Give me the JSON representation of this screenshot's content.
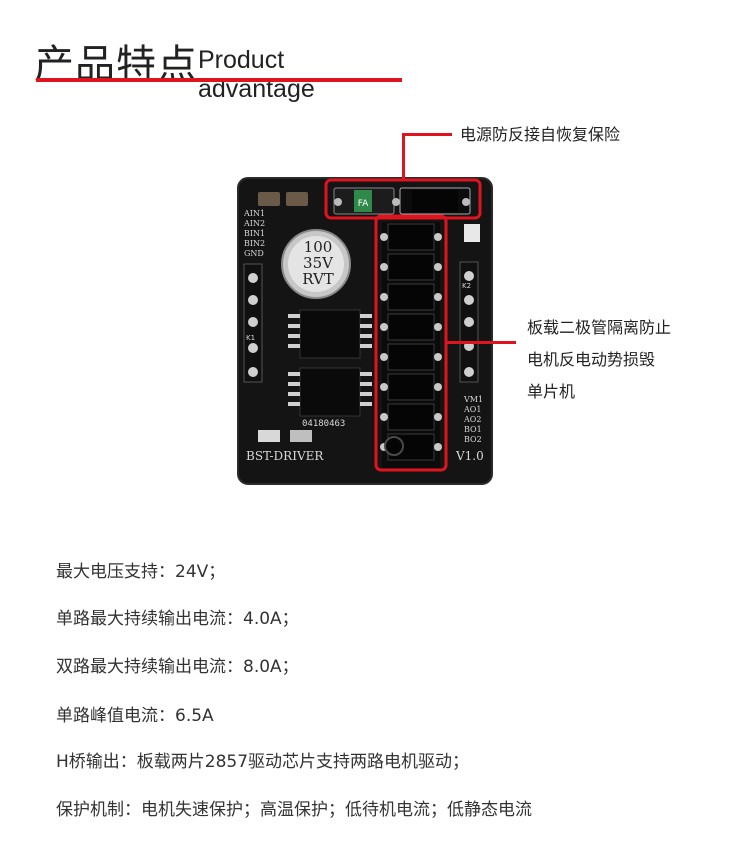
{
  "header": {
    "title_cn": "产品特点",
    "title_en": "Product advantage"
  },
  "callouts": {
    "fuse": "电源防反接自恢复保险",
    "diode_line1": "板载二极管隔离防止",
    "diode_line2": "电机反电动势损毁",
    "diode_line3": "单片机"
  },
  "board": {
    "pins_left": [
      "AIN1",
      "AIN2",
      "BIN1",
      "BIN2",
      "GND"
    ],
    "pins_right": [
      "VM1",
      "AO1",
      "AO2",
      "BO1",
      "BO2"
    ],
    "cap_lines": [
      "100",
      "35V",
      "RVT"
    ],
    "chip_code": "04180463",
    "name": "BST-DRIVER",
    "version": "V1.0",
    "k1": "K1",
    "k2": "K2",
    "fuse_mark": "FA"
  },
  "specs": [
    "最大电压支持：24V；",
    "单路最大持续输出电流：4.0A；",
    "双路最大持续输出电流：8.0A；",
    "单路峰值电流：6.5A",
    "H桥输出：板载两片2857驱动芯片支持两路电机驱动；",
    "保护机制：电机失速保护；高温保护；低待机电流；低静态电流"
  ],
  "colors": {
    "accent": "#e0141e",
    "pcb": "#141414"
  }
}
